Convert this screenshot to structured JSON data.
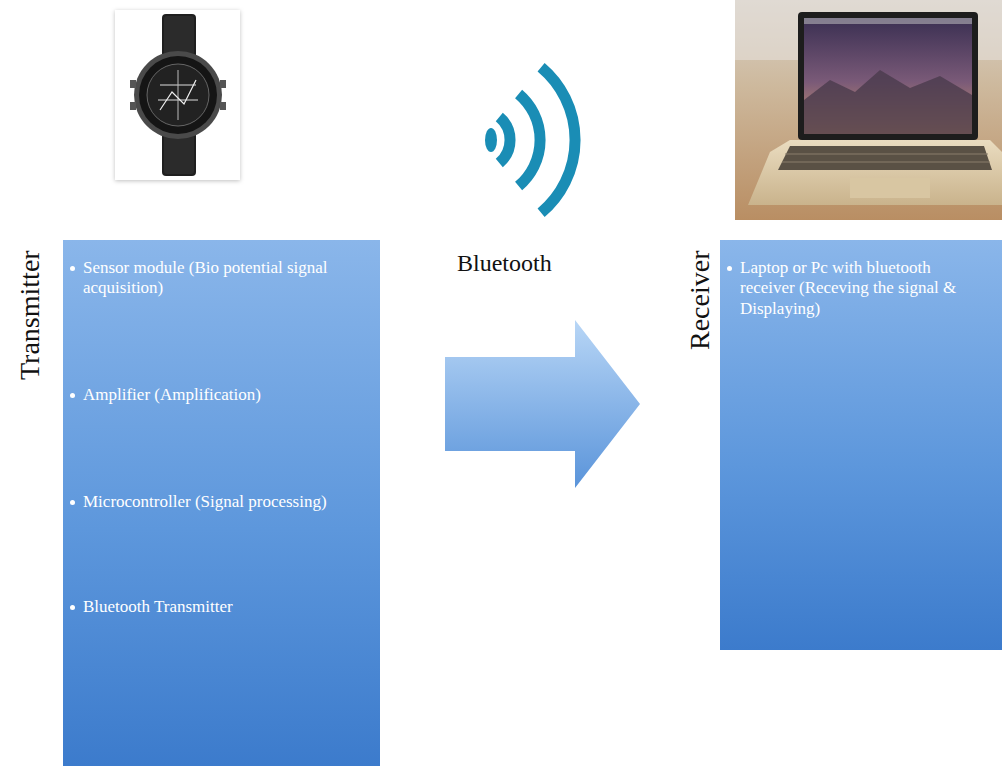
{
  "diagram": {
    "nodes": [
      {
        "text": [
          "Transmitter",
          "Sensor module (Bio potential signal acquisition)",
          "Amplifier (Amplification)",
          "Microcontroller (Signal processing)",
          "Bluetooth Transmitter"
        ]
      },
      {
        "text": [
          "Receiver",
          "Laptop or Pc with bluetooth receiver (Receving the signal & Displaying)"
        ]
      }
    ],
    "edges": [
      {
        "from": 0,
        "to": 1,
        "label": "Bluetooth",
        "arrow": "to"
      }
    ]
  }
}
